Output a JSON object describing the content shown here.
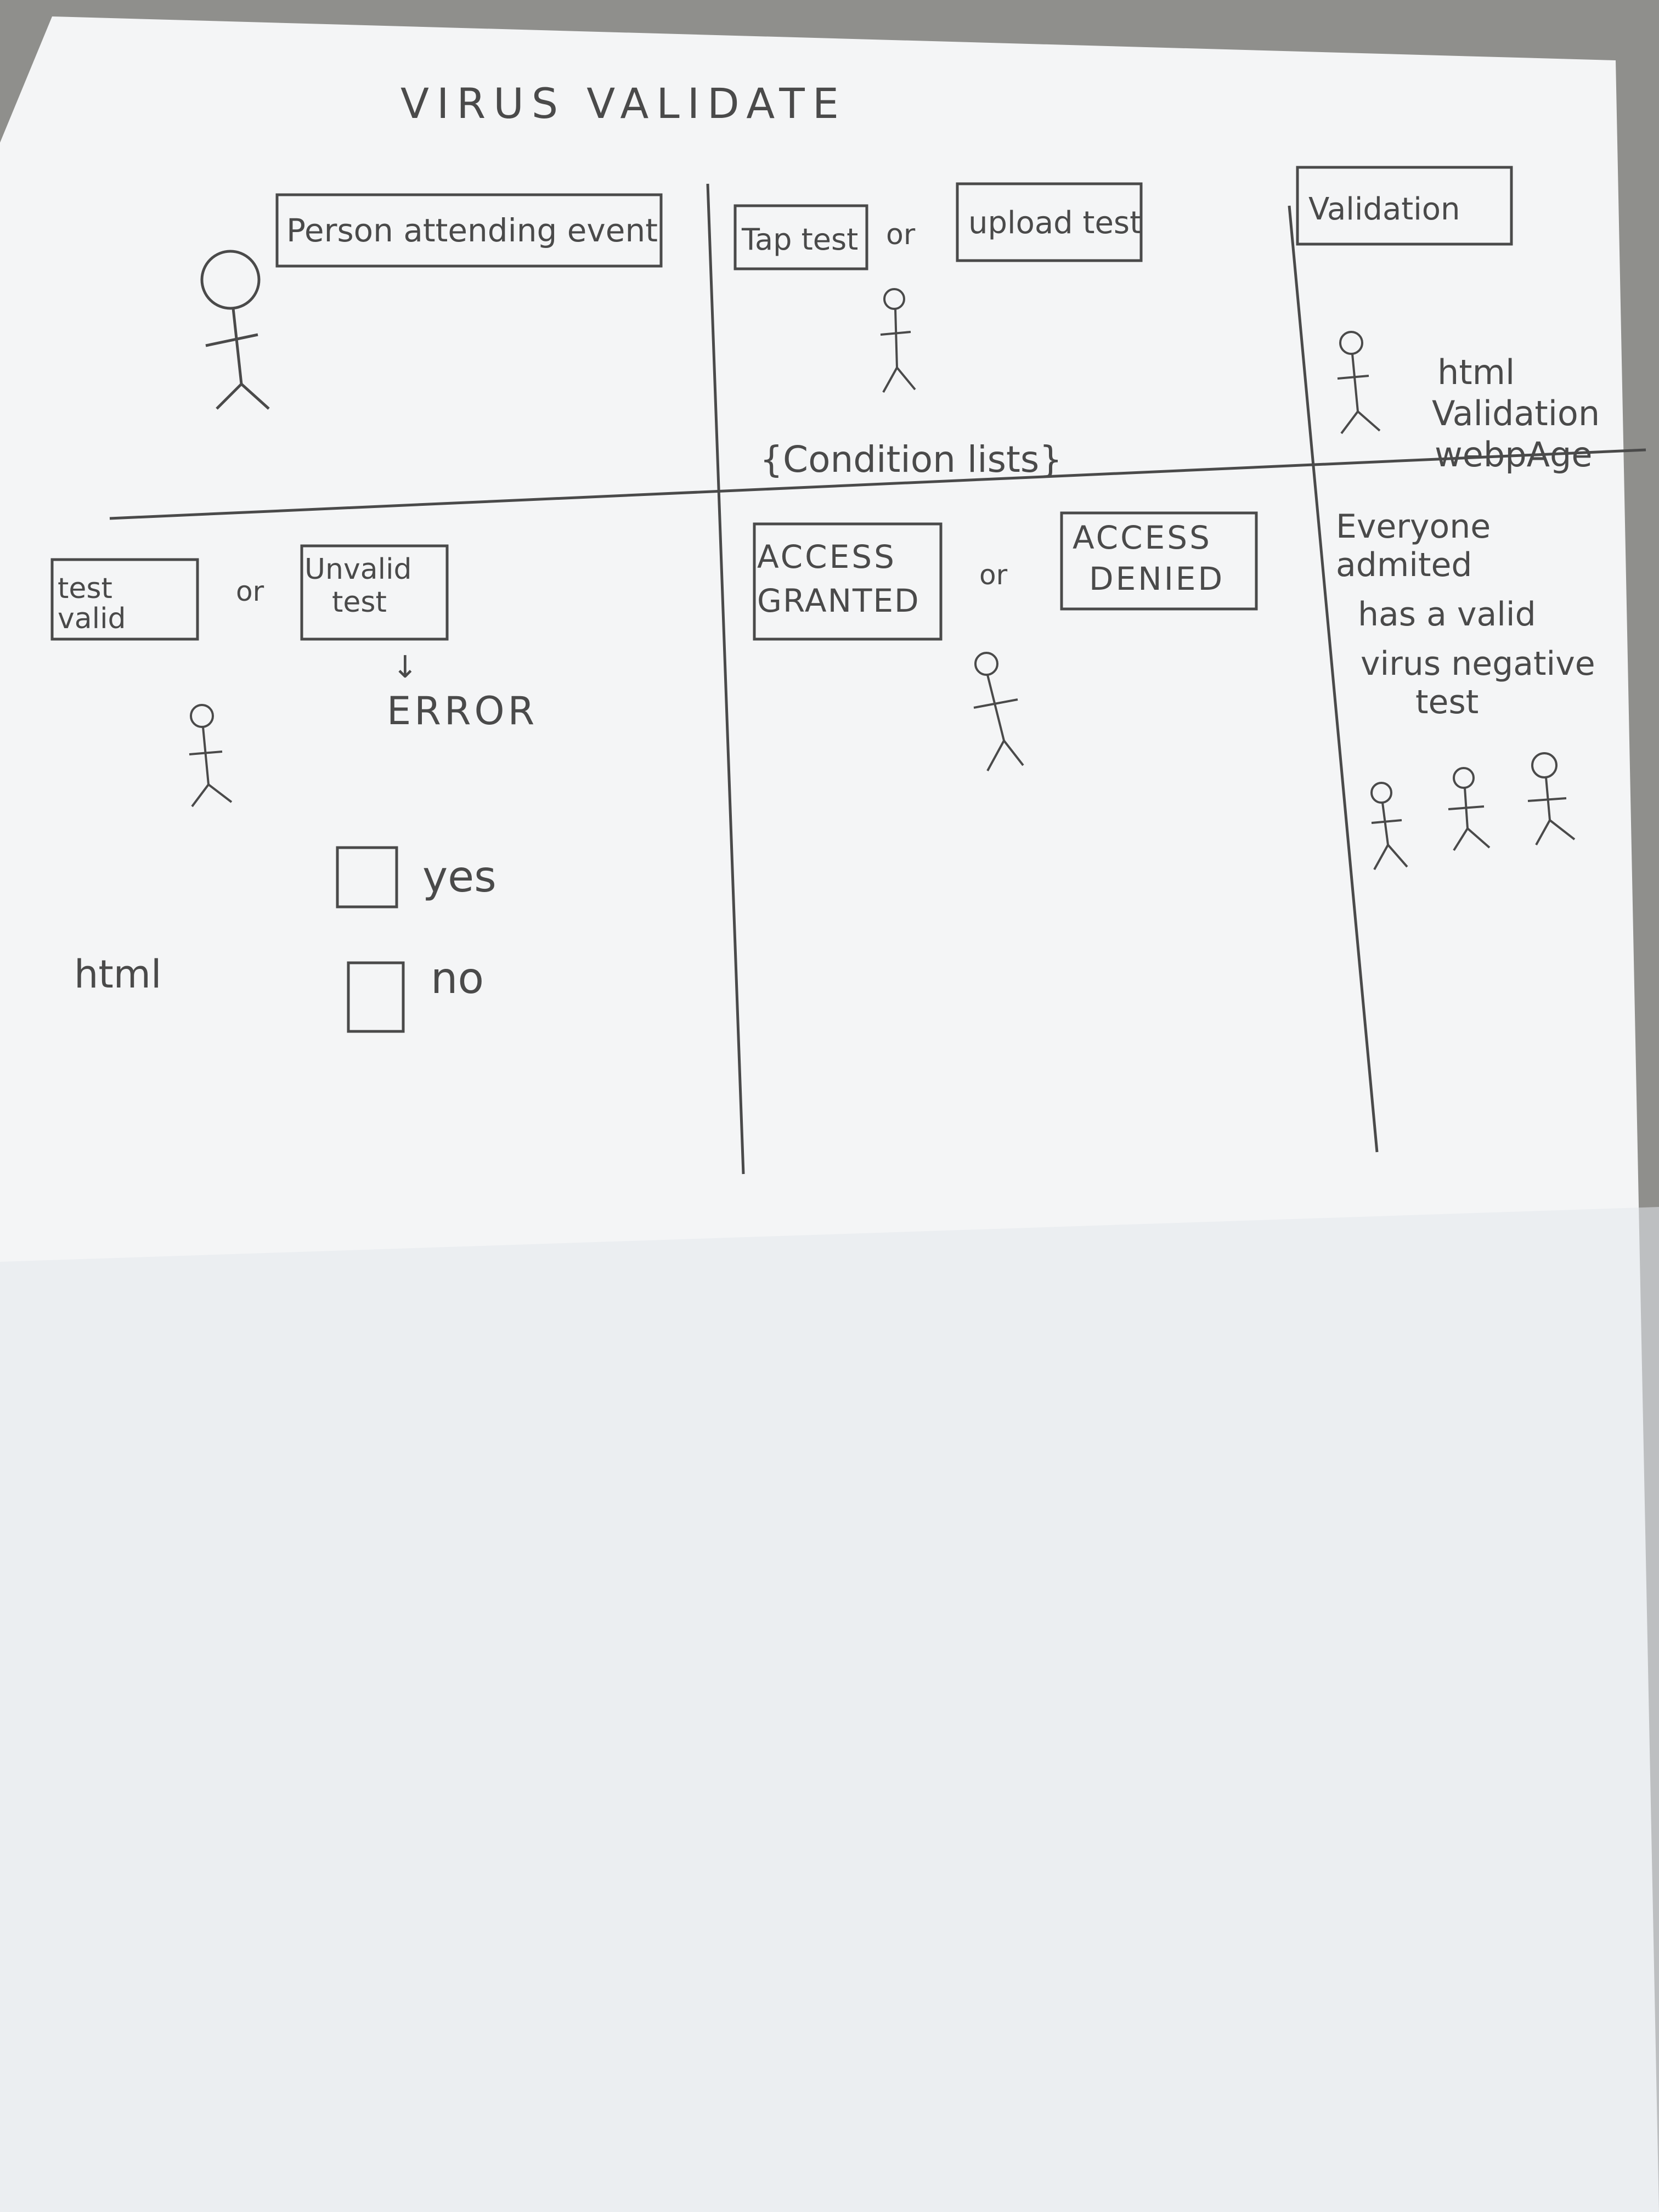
{
  "title": "VIRUS  VALIDATE",
  "panels": {
    "person": {
      "box_label": "Person attending event"
    },
    "test": {
      "tap_label": "Tap test",
      "or_label": "or",
      "upload_label": "upload test",
      "conditions_label": "{Condition lists}"
    },
    "validation": {
      "box_label": "Validation",
      "note_lines": [
        "html",
        "Validation",
        "webpAge"
      ]
    },
    "result": {
      "valid_label_lines": [
        "test",
        "valid"
      ],
      "or_label": "or",
      "invalid_label_lines": [
        "Unvalid",
        "test"
      ],
      "arrow": "↓",
      "error_label": "ERROR",
      "option_yes": "yes",
      "option_no": "no",
      "html_note": "html"
    },
    "access": {
      "granted_lines": [
        "ACCESS",
        "GRANTED"
      ],
      "or_label": "or",
      "denied_lines": [
        "ACCESS",
        "DENIED"
      ]
    },
    "summary": {
      "note_lines": [
        "Everyone",
        "admited",
        "has a valid",
        "virus negative",
        "test"
      ]
    }
  },
  "colors": {
    "paper": "#f4f5f6",
    "pencil": "#4a4a4a",
    "table": "#8f8f8c"
  }
}
